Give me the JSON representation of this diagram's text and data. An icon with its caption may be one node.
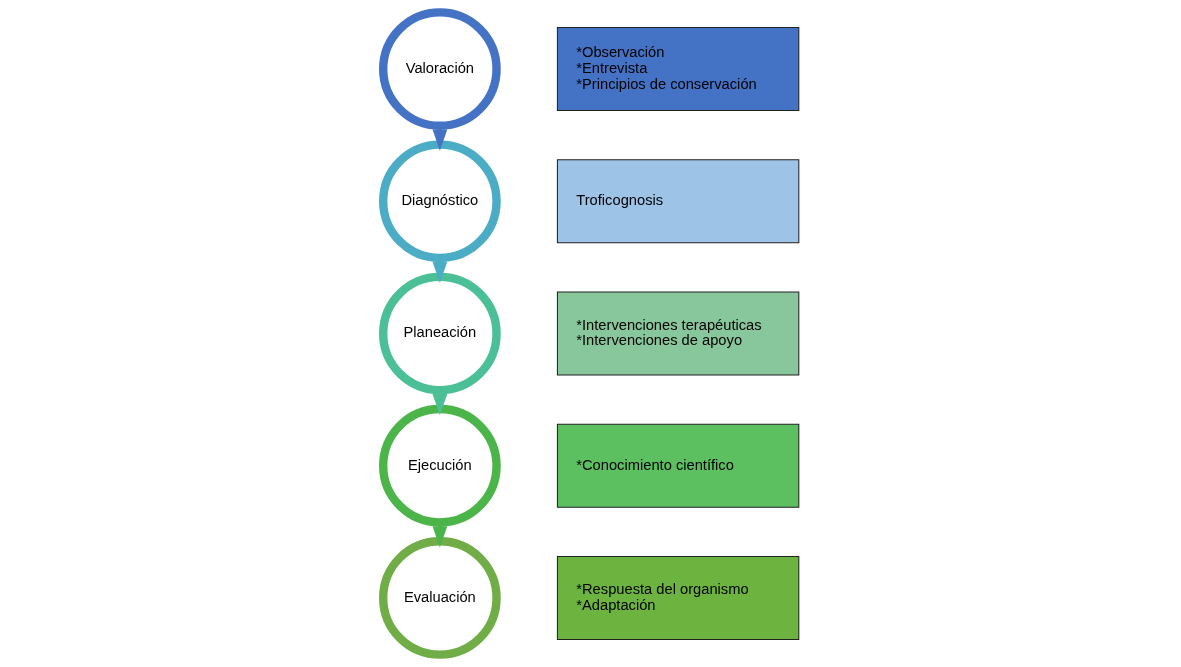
{
  "diagram": {
    "nodes": [
      {
        "text": [
          "Valoración"
        ]
      },
      {
        "text": [
          "*Observación",
          "*Entrevista",
          "*Principios de conservación"
        ]
      },
      {
        "text": [
          "Troficognosis"
        ]
      },
      {
        "text": [
          "Diagnóstico"
        ]
      },
      {
        "text": [
          "Planeación"
        ]
      },
      {
        "text": [
          "*Intervenciones terapéuticas",
          "*Intervenciones de apoyo"
        ]
      },
      {
        "text": [
          "*Conocimiento científico"
        ]
      },
      {
        "text": [
          "Ejecución"
        ]
      },
      {
        "text": [
          "Evaluación"
        ]
      },
      {
        "text": [
          "*Respuesta del organismo",
          "*Adaptación"
        ]
      }
    ],
    "edges": [
      {
        "from": 0,
        "to": 3,
        "arrow": "to",
        "color": "#4472c4"
      },
      {
        "from": 3,
        "to": 4,
        "arrow": "to",
        "color": "#4bacc6"
      },
      {
        "from": 4,
        "to": 7,
        "arrow": "to",
        "color": "#4bbf95"
      },
      {
        "from": 7,
        "to": 8,
        "arrow": "to",
        "color": "#4cb54a"
      }
    ]
  }
}
